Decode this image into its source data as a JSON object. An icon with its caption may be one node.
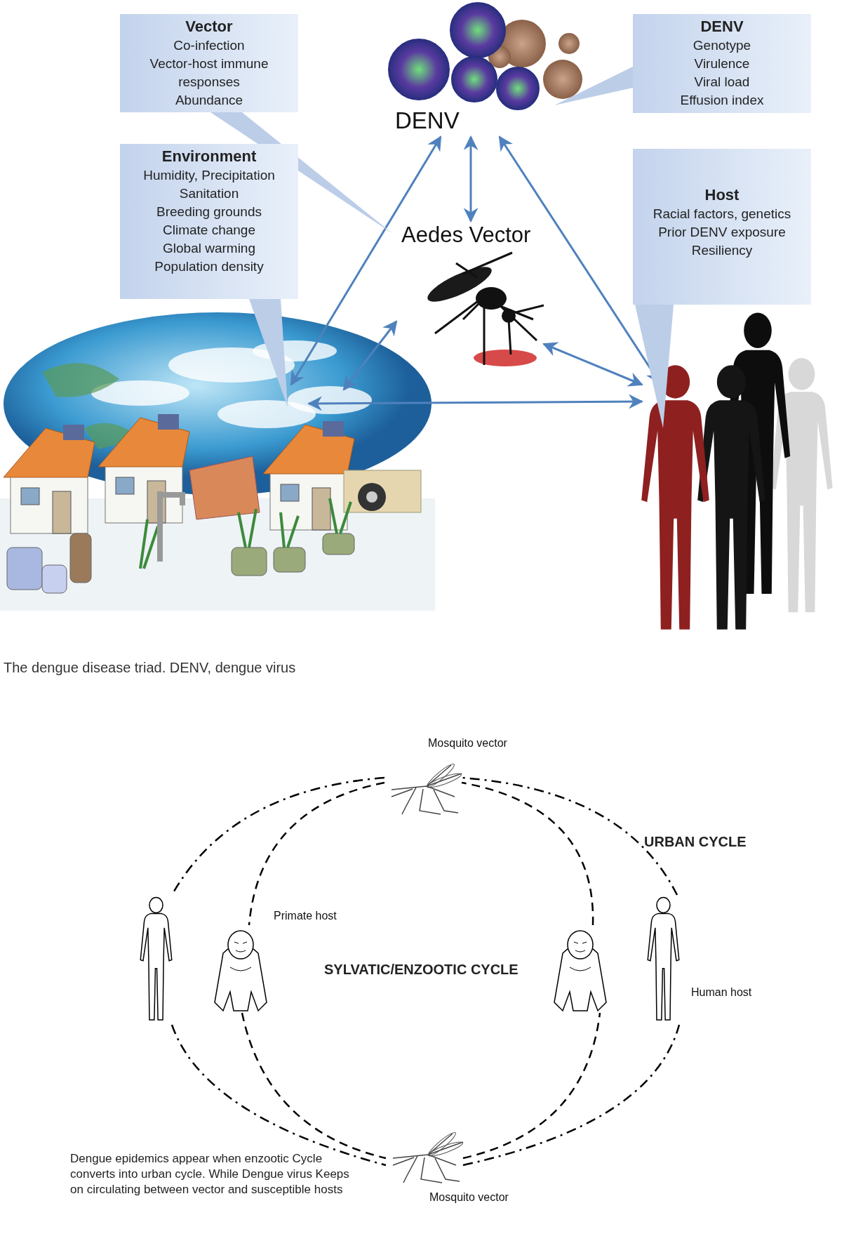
{
  "diagram": {
    "nodes": [
      {
        "text": [
          "Vector",
          "Co-infection",
          "Vector-host immune responses",
          "Abundance"
        ]
      },
      {
        "text": [
          "DENV",
          "Genotype",
          "Virulence",
          "Viral load",
          "Effusion index"
        ]
      },
      {
        "text": [
          "Environment",
          "Humidity, Precipitation",
          "Sanitation",
          "Breeding grounds",
          "Climate change",
          "Global warming",
          "Population density"
        ]
      },
      {
        "text": [
          "Host",
          "Racial factors, genetics",
          "Prior DENV exposure",
          "Resiliency"
        ]
      },
      {
        "text": [
          "DENV"
        ]
      },
      {
        "text": [
          "Aedes Vector"
        ]
      },
      {
        "text": [],
        "shape": "picture"
      },
      {
        "text": [],
        "shape": "picture"
      },
      {
        "text": [],
        "shape": "picture",
        "beside": [
          "Mosquito vector"
        ]
      },
      {
        "text": [],
        "shape": "person"
      },
      {
        "text": [],
        "shape": "picture",
        "beside": [
          "Primate host"
        ]
      },
      {
        "text": [],
        "shape": "picture"
      },
      {
        "text": [],
        "shape": "person",
        "beside": [
          "Human host"
        ]
      },
      {
        "text": [],
        "shape": "picture",
        "beside": [
          "Mosquito vector"
        ]
      }
    ],
    "edges": [
      {
        "from": 4,
        "to": 5,
        "arrow": "both",
        "color": "#4f81bd"
      },
      {
        "from": 4,
        "to": 6,
        "arrow": "both",
        "color": "#4f81bd"
      },
      {
        "from": 4,
        "to": 7,
        "arrow": "both",
        "color": "#4f81bd"
      },
      {
        "from": 5,
        "to": 6,
        "arrow": "both",
        "color": "#4f81bd"
      },
      {
        "from": 5,
        "to": 7,
        "arrow": "both",
        "color": "#4f81bd"
      },
      {
        "from": 6,
        "to": 7,
        "arrow": "both",
        "color": "#4f81bd"
      },
      {
        "from": 0,
        "to": 5,
        "arrow": "none",
        "style": "thick",
        "color": "#bccde8"
      },
      {
        "from": 1,
        "to": 4,
        "arrow": "none",
        "style": "thick",
        "color": "#bccde8"
      },
      {
        "from": 2,
        "to": 6,
        "arrow": "none",
        "style": "thick",
        "color": "#bccde8"
      },
      {
        "from": 3,
        "to": 7,
        "arrow": "none",
        "style": "thick",
        "color": "#bccde8"
      },
      {
        "from": 8,
        "to": 9,
        "arrow": "none",
        "style": "dashed"
      },
      {
        "from": 9,
        "to": 13,
        "arrow": "none",
        "style": "dashed"
      },
      {
        "from": 13,
        "to": 12,
        "arrow": "none",
        "style": "dashed"
      },
      {
        "from": 12,
        "to": 8,
        "arrow": "none",
        "style": "dashed"
      },
      {
        "from": 8,
        "to": 10,
        "arrow": "none",
        "style": "dashed"
      },
      {
        "from": 10,
        "to": 13,
        "arrow": "none",
        "style": "dashed"
      },
      {
        "from": 13,
        "to": 11,
        "arrow": "none",
        "style": "dashed"
      },
      {
        "from": 11,
        "to": 8,
        "arrow": "none",
        "style": "dashed"
      }
    ],
    "labels": [
      "The dengue disease triad. DENV, dengue virus",
      "URBAN CYCLE",
      "SYLVATIC/ENZOOTIC CYCLE",
      "Dengue epidemics appear when enzootic Cycle converts into urban cycle. While Dengue virus Keeps on circulating between vector and susceptible hosts"
    ]
  }
}
